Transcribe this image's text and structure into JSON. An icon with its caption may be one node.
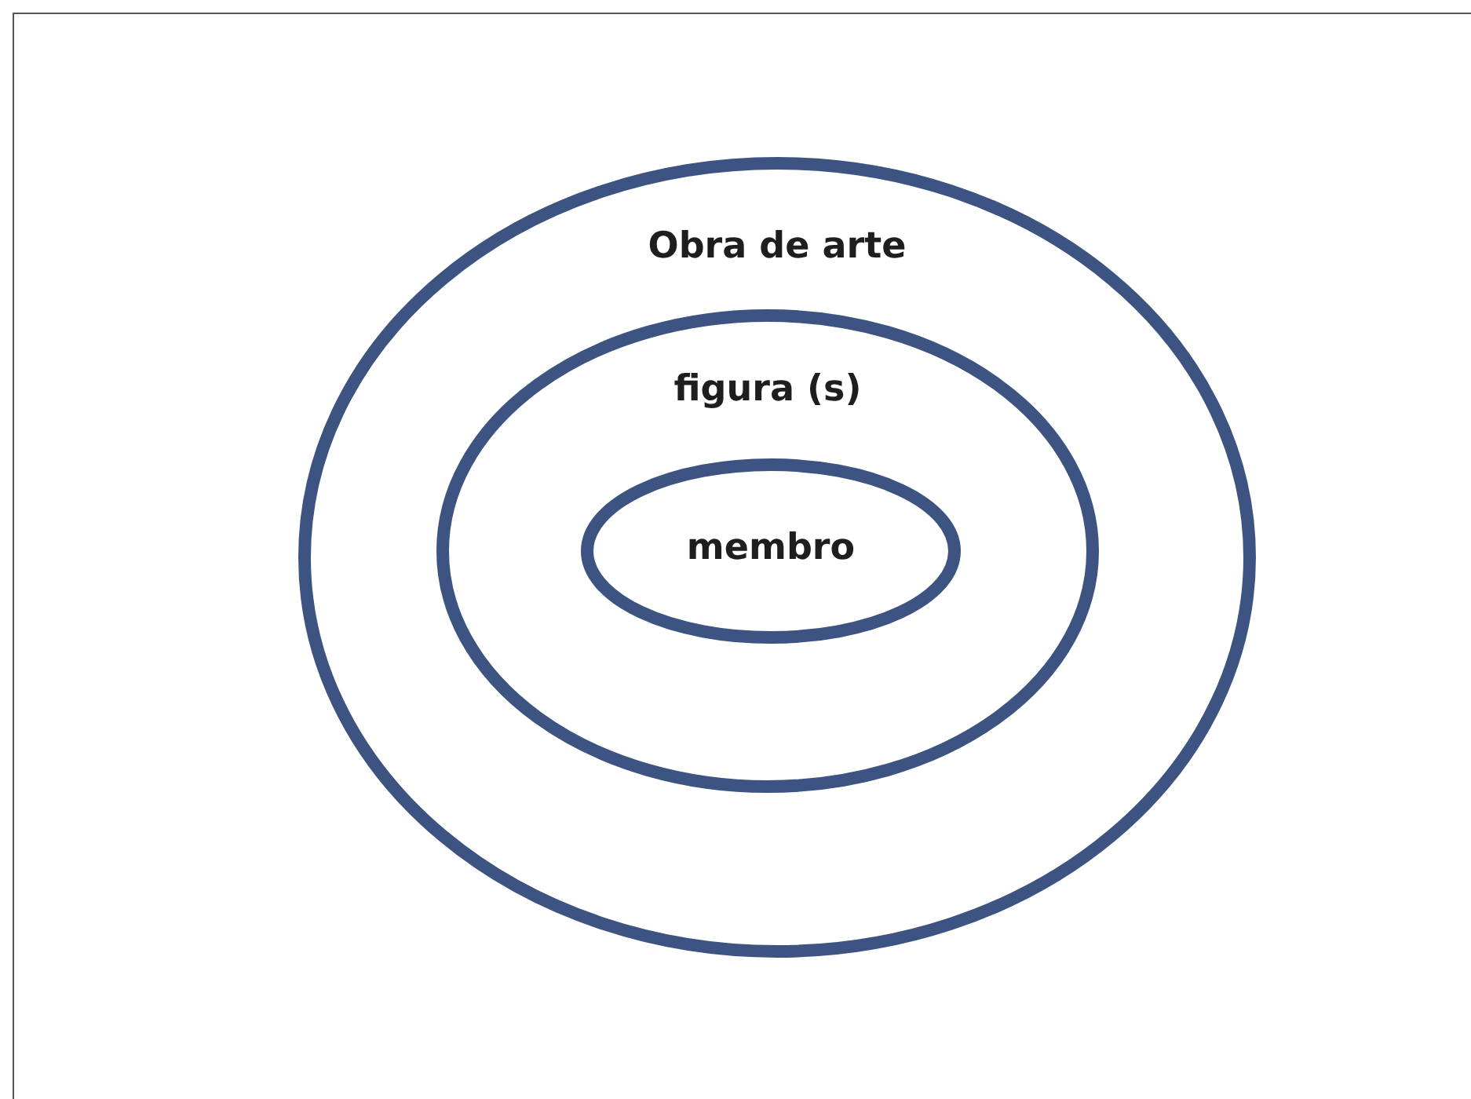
{
  "diagram": {
    "nodes": [
      {
        "text": [
          "Obra de arte"
        ]
      },
      {
        "text": [
          "figura (s)"
        ],
        "in": 0
      },
      {
        "text": [
          "membro"
        ],
        "in": 1
      }
    ]
  }
}
